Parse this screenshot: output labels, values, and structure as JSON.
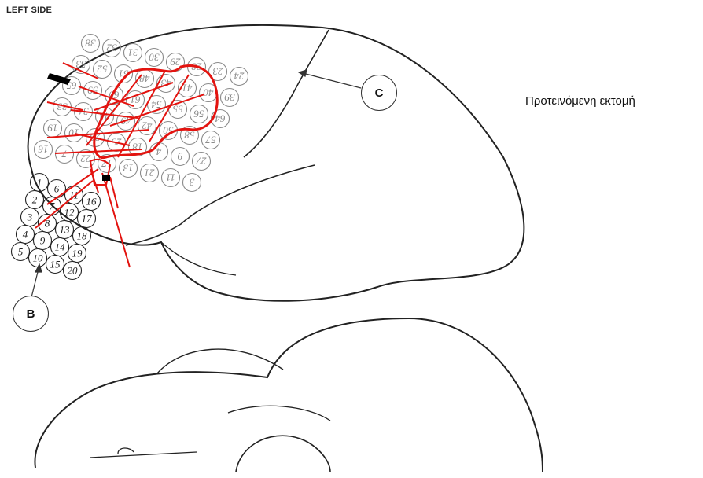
{
  "labels": {
    "side": "LEFT SIDE",
    "caption": "Προτεινόμενη εκτομή",
    "callout_c": "C",
    "callout_b": "B"
  },
  "electrodes": {
    "strip_b": [
      "1",
      "2",
      "3",
      "4",
      "5",
      "6",
      "7",
      "8",
      "9",
      "10",
      "11",
      "12",
      "13",
      "14",
      "15",
      "16",
      "17",
      "18",
      "19",
      "20"
    ],
    "grid_rotated": [
      "16",
      "7",
      "22",
      "17",
      "13",
      "21",
      "11",
      "3",
      "19",
      "10",
      "26",
      "25",
      "18",
      "4",
      "9",
      "27",
      "33",
      "34",
      "44",
      "49",
      "42",
      "50",
      "58",
      "57",
      "65",
      "59",
      "60",
      "61",
      "54",
      "55",
      "56",
      "64",
      "53",
      "52",
      "51",
      "48",
      "43",
      "41",
      "40",
      "39",
      "38",
      "32",
      "31",
      "30",
      "29",
      "28",
      "23",
      "24"
    ]
  },
  "colors": {
    "outline": "#222222",
    "resection": "#e3130f",
    "grid": "#8a8a8a"
  }
}
